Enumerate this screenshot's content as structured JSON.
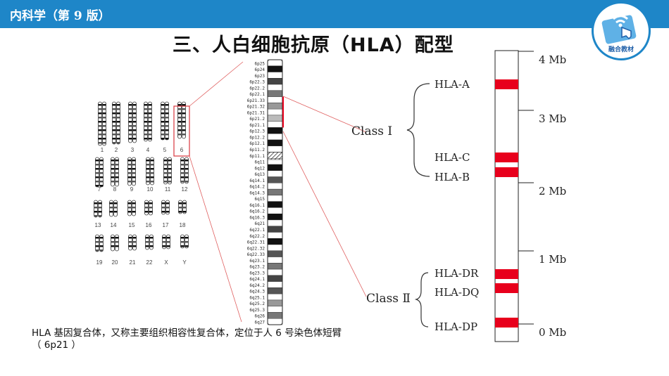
{
  "header": {
    "title": "内科学（第 9 版）"
  },
  "logo": {
    "text": "融合教材"
  },
  "slide": {
    "title": "三、人白细胞抗原（HLA）配型",
    "caption_line1": "HLA 基因复合体，又称主要组织相容性复合体，定位于人 6 号染色体短臂",
    "caption_line2": "（ 6p21 ）"
  },
  "karyotype": {
    "chromosomes": [
      "1",
      "2",
      "3",
      "4",
      "5",
      "6",
      "7",
      "8",
      "9",
      "10",
      "11",
      "12",
      "13",
      "14",
      "15",
      "16",
      "17",
      "18",
      "19",
      "20",
      "21",
      "22",
      "X",
      "Y"
    ],
    "highlighted": "6"
  },
  "ideogram": {
    "bands": [
      "6p25",
      "6p24",
      "6p23",
      "6p22.3",
      "6p22.2",
      "6p22.1",
      "6p21.33",
      "6p21.32",
      "6p21.31",
      "6p21.2",
      "6p21.1",
      "6p12.3",
      "6p12.2",
      "6p12.1",
      "6p11.2",
      "6p11.1",
      "6q11",
      "6q12",
      "6q13",
      "6q14.1",
      "6q14.2",
      "6q14.3",
      "6q15",
      "6q16.1",
      "6q16.2",
      "6q16.3",
      "6q21",
      "6q22.1",
      "6q22.2",
      "6q22.31",
      "6q22.32",
      "6q22.33",
      "6q23.1",
      "6q23.2",
      "6q23.3",
      "6q24.1",
      "6q24.2",
      "6q24.3",
      "6q25.1",
      "6q25.2",
      "6q25.3",
      "6q26",
      "6q27"
    ]
  },
  "hla_map": {
    "scale_labels": [
      "4 Mb",
      "3 Mb",
      "2 Mb",
      "1 Mb",
      "0 Mb"
    ],
    "class1": {
      "label": "Class Ⅰ",
      "genes": [
        "HLA-A",
        "HLA-C",
        "HLA-B"
      ]
    },
    "class2": {
      "label": "Class Ⅱ",
      "genes": [
        "HLA-DR",
        "HLA-DQ",
        "HLA-DP"
      ]
    },
    "colors": {
      "band": "#e8001c",
      "accent": "#1e86c8"
    }
  }
}
